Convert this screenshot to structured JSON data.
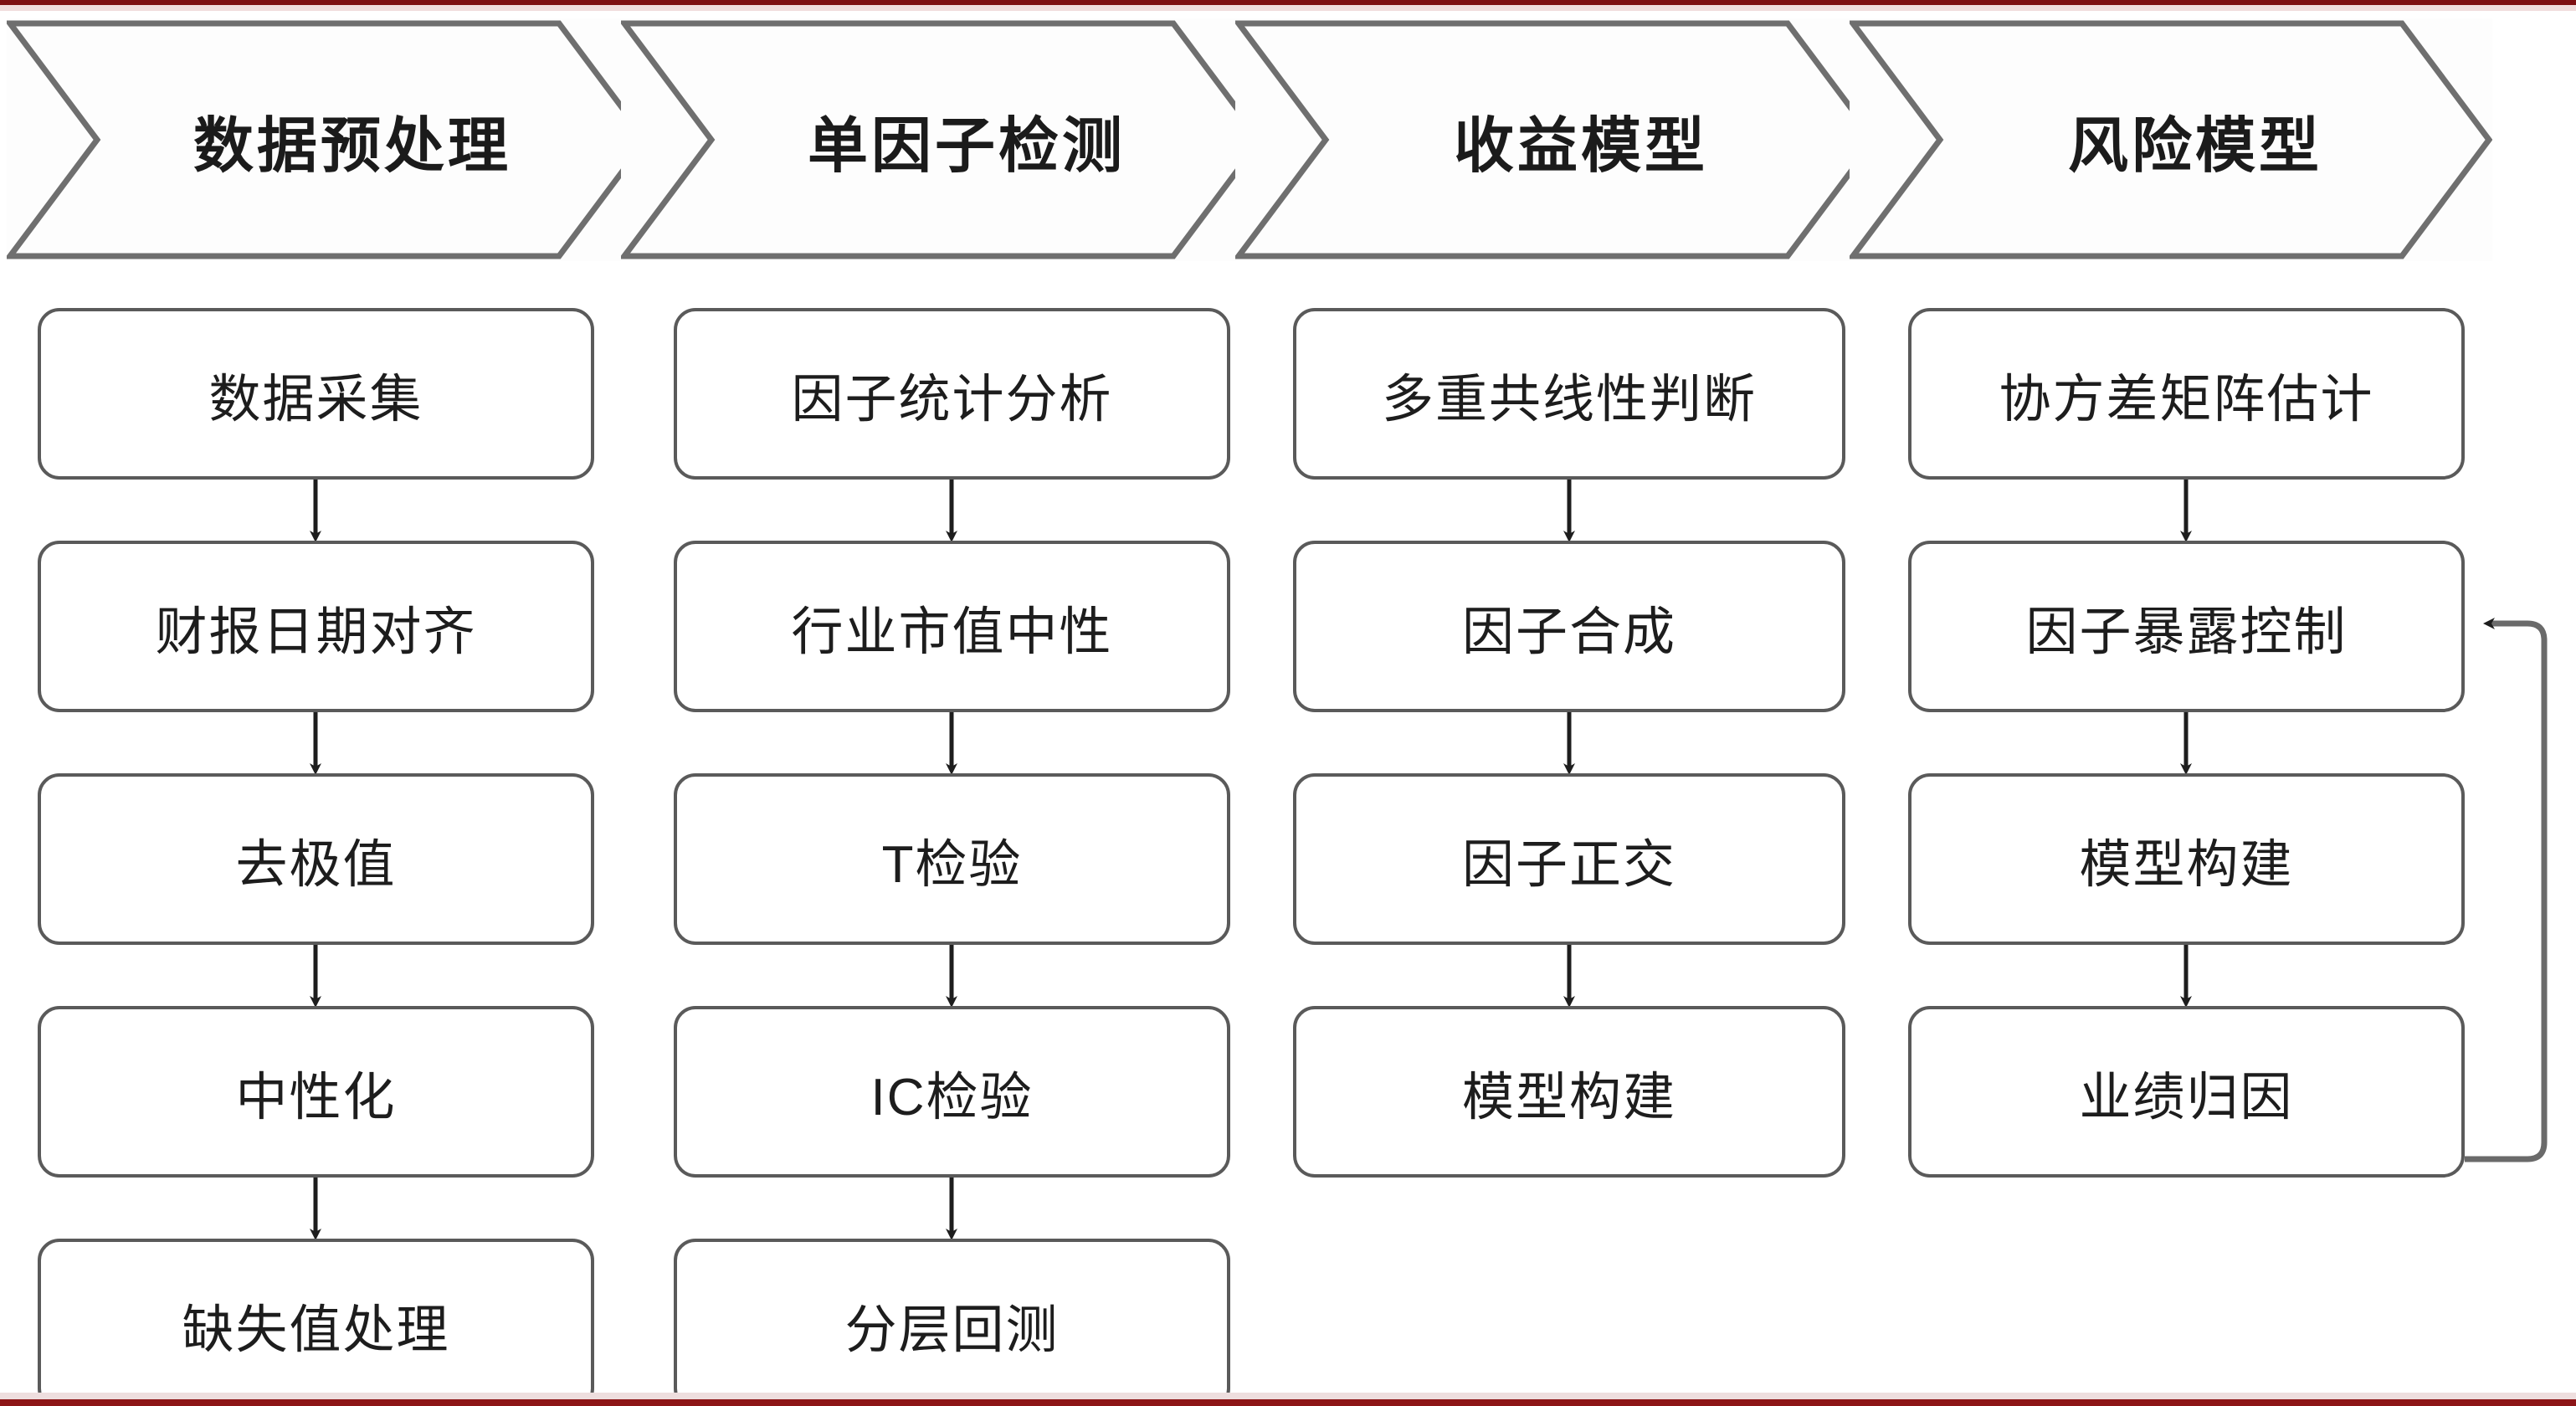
{
  "diagram": {
    "title_stages": [
      {
        "id": "stage-1",
        "label": "数据预处理"
      },
      {
        "id": "stage-2",
        "label": "单因子检测"
      },
      {
        "id": "stage-3",
        "label": "收益模型"
      },
      {
        "id": "stage-4",
        "label": "风险模型"
      }
    ],
    "columns": [
      {
        "stage": "数据预处理",
        "steps": [
          "数据采集",
          "财报日期对齐",
          "去极值",
          "中性化",
          "缺失值处理"
        ]
      },
      {
        "stage": "单因子检测",
        "steps": [
          "因子统计分析",
          "行业市值中性",
          "T检验",
          "IC检验",
          "分层回测"
        ]
      },
      {
        "stage": "收益模型",
        "steps": [
          "多重共线性判断",
          "因子合成",
          "因子正交",
          "模型构建"
        ]
      },
      {
        "stage": "风险模型",
        "steps": [
          "协方差矩阵估计",
          "因子暴露控制",
          "模型构建",
          "业绩归因"
        ]
      }
    ],
    "feedback_loop": {
      "from": "业绩归因",
      "to": "因子暴露控制",
      "direction": "right-up-left"
    },
    "colors": {
      "accent_rule": "#7d0f11",
      "accent_rule_light": "#f0dcdc",
      "box_border": "#5a5a5a",
      "chevron_border": "#6f6f6f",
      "text": "#1d1d1d",
      "background": "#ffffff"
    }
  }
}
